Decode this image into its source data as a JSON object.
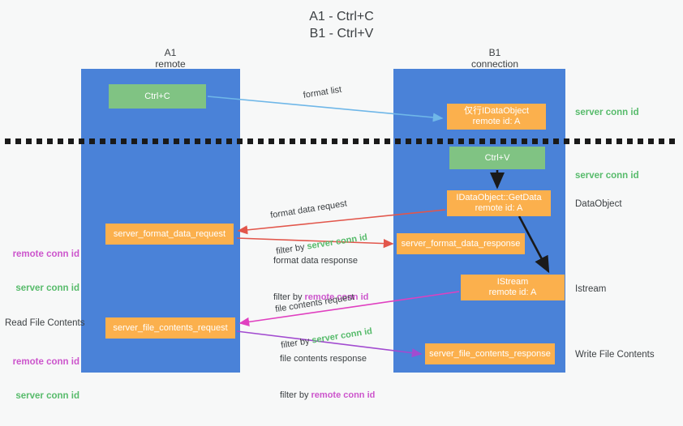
{
  "title": "A1 - Ctrl+C\nB1 - Ctrl+V",
  "columns": {
    "left": {
      "name": "A1",
      "role": "remote",
      "header": "A1\nremote"
    },
    "right": {
      "name": "B1",
      "role": "connection",
      "header": "B1\nconnection"
    }
  },
  "colors": {
    "lane": "#4a82d8",
    "green_node": "#80c383",
    "orange_node": "#fbb04d",
    "server_conn_id": "#57bb6b",
    "remote_conn_id": "#cc55cc",
    "blue_arrow": "#6fb7e8",
    "red_arrow": "#e2564b",
    "magenta_arrow": "#e040c0",
    "purple_arrow": "#a24bd0",
    "black_arrow": "#1a1a1a",
    "divider": "#1a1a1a",
    "background": "#f7f8f8",
    "text": "#3c4043"
  },
  "nodes": {
    "ctrl_c": {
      "label": "Ctrl+C",
      "kind": "green"
    },
    "dataobject": {
      "label": "仅行IDataObject\nremote id: A",
      "kind": "orange"
    },
    "ctrl_v": {
      "label": "Ctrl+V",
      "kind": "green"
    },
    "getdata": {
      "label": "IDataObject::GetData\nremote id: A",
      "kind": "orange"
    },
    "sfd_request": {
      "label": "server_format_data_request",
      "kind": "orange"
    },
    "sfd_response": {
      "label": "server_format_data_response",
      "kind": "orange"
    },
    "istream": {
      "label": "IStream\nremote id: A",
      "kind": "orange"
    },
    "sfc_request": {
      "label": "server_file_contents_request",
      "kind": "orange"
    },
    "sfc_response": {
      "label": "server_file_contents_response",
      "kind": "orange"
    }
  },
  "right_labels": {
    "server_conn_id_1": "server conn id",
    "server_conn_id_2": "server conn id",
    "dataobject": "DataObject",
    "istream": "Istream",
    "write_file_contents": "Write File Contents"
  },
  "left_labels": {
    "group1_remote": "remote conn id",
    "group1_server": "server conn id",
    "read_file_contents": "Read File Contents",
    "group2_remote": "remote conn id",
    "group2_server": "server conn id"
  },
  "edge_captions": {
    "format_list": "format list",
    "format_data_request": {
      "line1": "format data request",
      "filter_prefix": "filter by ",
      "filter_value": "server conn id",
      "filter_color": "server"
    },
    "format_data_response": {
      "line1": "format data response",
      "filter_prefix": "filter by ",
      "filter_value": "remote conn id",
      "filter_color": "remote"
    },
    "file_contents_request": {
      "line1": "file contents request",
      "filter_prefix": "filter by ",
      "filter_value": "server conn id",
      "filter_color": "server"
    },
    "file_contents_response": {
      "line1": "file contents response",
      "filter_prefix": "filter by ",
      "filter_value": "remote conn id",
      "filter_color": "remote"
    }
  },
  "chart_data": {
    "type": "diagram",
    "title": "A1 - Ctrl+C / B1 - Ctrl+V",
    "lanes": [
      "A1 remote",
      "B1 connection"
    ],
    "flow": [
      {
        "step": 1,
        "from": "ctrl_c",
        "to": "dataobject",
        "label": "format list",
        "arrow_color": "#6fb7e8"
      },
      {
        "step": 2,
        "from": "ctrl_v",
        "to": "getdata",
        "label": "",
        "arrow_color": "#1a1a1a"
      },
      {
        "step": 3,
        "from": "getdata",
        "to": "sfd_request",
        "label": "format data request",
        "filter": "server conn id",
        "arrow_color": "#e2564b"
      },
      {
        "step": 4,
        "from": "sfd_request",
        "to": "sfd_response",
        "label": "format data response",
        "filter": "remote conn id",
        "arrow_color": "#e2564b"
      },
      {
        "step": 5,
        "from": "getdata",
        "to": "istream",
        "label": "",
        "arrow_color": "#1a1a1a"
      },
      {
        "step": 6,
        "from": "istream",
        "to": "sfc_request",
        "label": "file contents request",
        "filter": "server conn id",
        "arrow_color": "#e040c0"
      },
      {
        "step": 7,
        "from": "sfc_request",
        "to": "sfc_response",
        "label": "file contents response",
        "filter": "remote conn id",
        "arrow_color": "#a24bd0"
      }
    ]
  }
}
